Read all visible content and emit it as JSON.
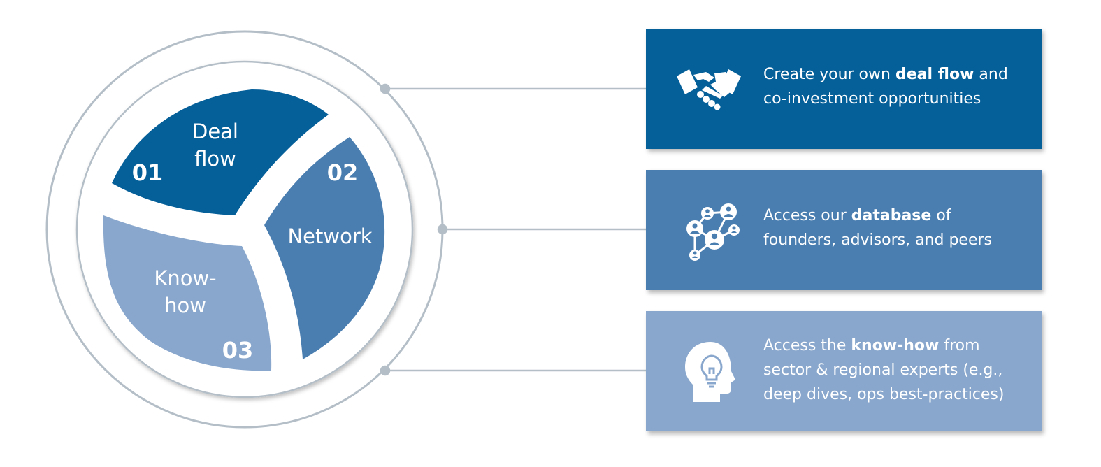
{
  "colors": {
    "dark": "#055f99",
    "mid": "#4a7eb0",
    "light": "#89a7cc",
    "ring": "#b3bec7",
    "connector": "#b3bec7"
  },
  "segments": [
    {
      "number": "01",
      "label_line1": "Deal",
      "label_line2": "flow"
    },
    {
      "number": "02",
      "label_line1": "Network",
      "label_line2": ""
    },
    {
      "number": "03",
      "label_line1": "Know-",
      "label_line2": "how"
    }
  ],
  "cards": [
    {
      "icon": "handshake-icon",
      "line1_pre": "Create your own ",
      "line1_bold": "deal flow",
      "line1_post": " and",
      "line2": "co-investment opportunities",
      "line3": ""
    },
    {
      "icon": "network-people-icon",
      "line1_pre": "Access our ",
      "line1_bold": "database",
      "line1_post": " of",
      "line2": "founders, advisors, and peers",
      "line3": ""
    },
    {
      "icon": "head-lightbulb-icon",
      "line1_pre": "Access the ",
      "line1_bold": "know-how",
      "line1_post": " from",
      "line2": "sector & regional experts (e.g.,",
      "line3": "deep dives, ops best-practices)"
    }
  ]
}
